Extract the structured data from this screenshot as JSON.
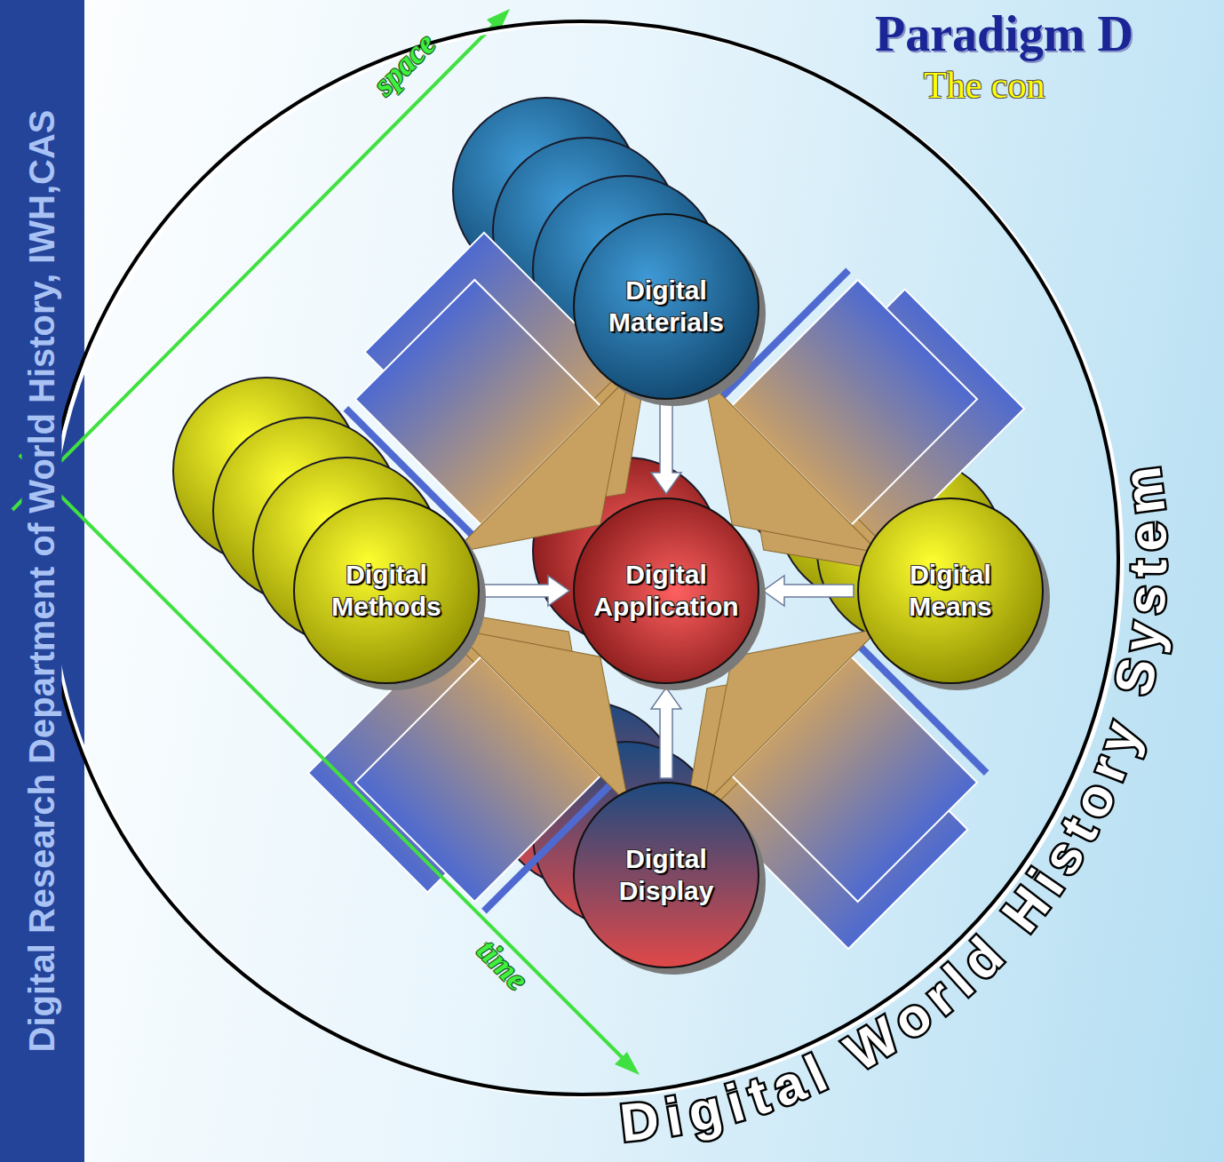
{
  "diagram": {
    "title": "Paradigm D",
    "nodes": [
      {
        "text": [
          "Digital World History System"
        ]
      },
      {
        "text": [
          "Digital Materials"
        ],
        "in": 0
      },
      {
        "text": [
          "Digital Methods"
        ],
        "in": 0
      },
      {
        "text": [
          "Digital Application"
        ],
        "in": 0
      },
      {
        "text": [
          "Digital Means"
        ],
        "in": 0
      },
      {
        "text": [
          "Digital Display"
        ],
        "in": 0
      }
    ],
    "edges": [
      {
        "from": 1,
        "to": 3,
        "arrow": "to"
      },
      {
        "from": 2,
        "to": 3,
        "arrow": "to"
      },
      {
        "from": 4,
        "to": 3,
        "arrow": "to"
      },
      {
        "from": 5,
        "to": 3,
        "arrow": "to"
      }
    ],
    "labels": [
      "The con",
      "Digital Research Department of World History, IWH,CAS",
      "space",
      "time"
    ]
  }
}
